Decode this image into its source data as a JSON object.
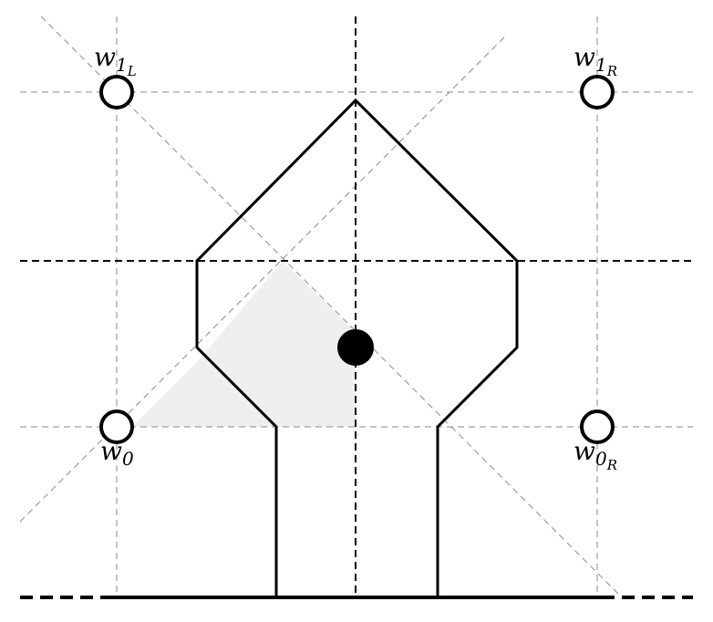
{
  "diagram": {
    "nodes": [
      {
        "id": "w0",
        "label": "w",
        "subscript": "0",
        "sub_subscript": "",
        "style": "hollow"
      },
      {
        "id": "w0R",
        "label": "w",
        "subscript": "0",
        "sub_subscript": "R",
        "style": "hollow"
      },
      {
        "id": "w1L",
        "label": "w",
        "subscript": "1",
        "sub_subscript": "L",
        "style": "hollow"
      },
      {
        "id": "w1R",
        "label": "w",
        "subscript": "1",
        "sub_subscript": "R",
        "style": "hollow"
      },
      {
        "id": "center",
        "label": "",
        "subscript": "",
        "sub_subscript": "",
        "style": "filled"
      }
    ],
    "colors": {
      "stroke": "#000000",
      "grid": "#8a8a8a",
      "shade": "#efefef"
    }
  }
}
